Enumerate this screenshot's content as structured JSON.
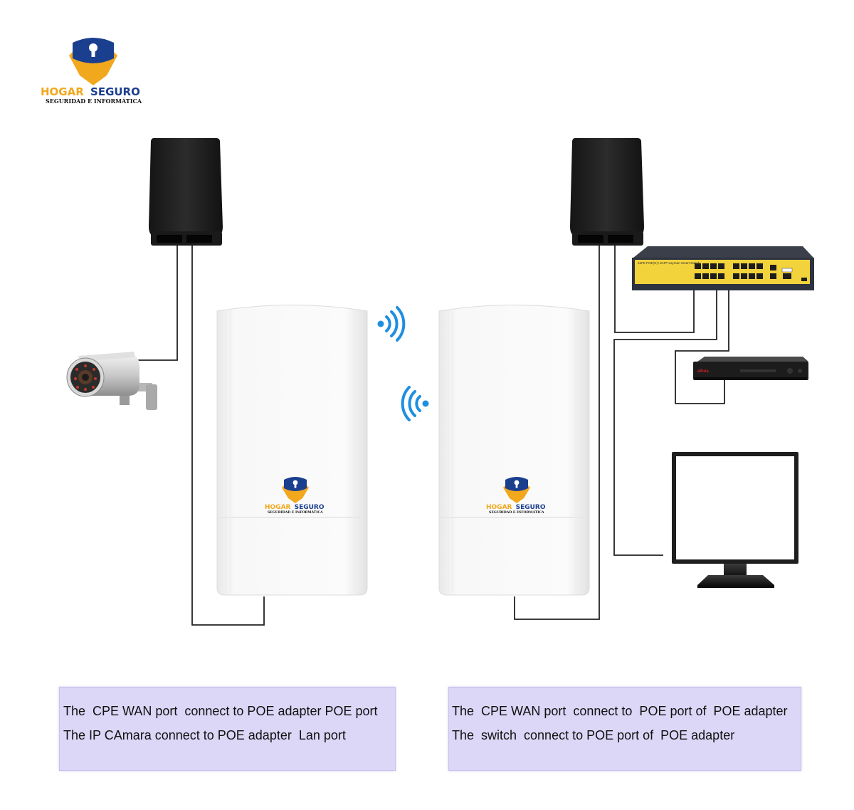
{
  "brand": {
    "name_part1": "HOGAR",
    "name_part2": "SEGURO",
    "tagline": "SEGURIDAD E INFORMÁTICA",
    "colors": {
      "navy": "#1b3f8f",
      "gold": "#f2a81d"
    }
  },
  "devices": {
    "cpe_left_logo": {
      "name_part1": "HOGAR",
      "name_part2": "SEGURO",
      "tagline": "SEGURIDAD E INFORMÁTICA"
    },
    "cpe_right_logo": {
      "name_part1": "HOGAR",
      "name_part2": "SEGURO",
      "tagline": "SEGURIDAD E INFORMÁTICA"
    },
    "switch_label": "16FE POE(G)+1GFP Layman Smart Switch",
    "nvr_brand": "alhua"
  },
  "notes": {
    "left": [
      "The  CPE WAN port  connect to POE adapter POE port",
      "The IP CAmara connect to POE adapter  Lan port"
    ],
    "right": [
      "The  CPE WAN port  connect to  POE port of  POE adapter",
      "The  switch  connect to POE port of  POE adapter"
    ]
  },
  "colors": {
    "wire": "#222222",
    "wifi": "#1f8fe0",
    "note_bg": "#dcd6f7",
    "poe_adapter": "#222222",
    "switch_accent": "#f3d33c"
  }
}
